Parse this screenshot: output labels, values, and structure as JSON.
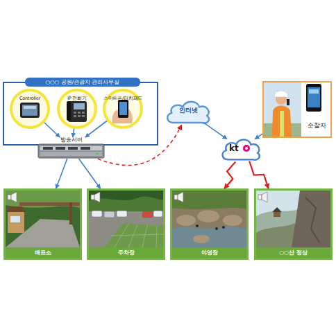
{
  "diagram": {
    "nodes": [
      {
        "text": [
          "○○○ 공원/관광지 관리사무실"
        ]
      },
      {
        "text": [
          "Controller"
        ],
        "in": 0
      },
      {
        "text": [
          "IP 전화기"
        ],
        "in": 0
      },
      {
        "text": [
          "스마트폰/터치패드"
        ],
        "in": 0
      },
      {
        "text": [
          "방송서버"
        ],
        "in": 0
      },
      {
        "text": [
          "인터넷"
        ]
      },
      {
        "text": [
          "순찰자"
        ]
      },
      {
        "text": [
          "kt"
        ]
      },
      {
        "text": [
          "매표소"
        ]
      },
      {
        "text": [
          "주차장"
        ]
      },
      {
        "text": [
          "야영장"
        ]
      },
      {
        "text": [
          "○○산 정상"
        ]
      }
    ],
    "edges": [
      {
        "from": 1,
        "to": 4,
        "arrow": "to"
      },
      {
        "from": 2,
        "to": 4,
        "arrow": "to"
      },
      {
        "from": 3,
        "to": 4,
        "arrow": "to"
      },
      {
        "from": 4,
        "to": 8,
        "arrow": "to"
      },
      {
        "from": 4,
        "to": 9,
        "arrow": "to"
      },
      {
        "from": 4,
        "to": 5,
        "arrow": "to"
      },
      {
        "from": 5,
        "to": 7,
        "arrow": "to"
      },
      {
        "from": 6,
        "to": 7,
        "arrow": "to"
      },
      {
        "from": 7,
        "to": 10,
        "arrow": "to"
      },
      {
        "from": 7,
        "to": 11,
        "arrow": "to"
      }
    ]
  }
}
